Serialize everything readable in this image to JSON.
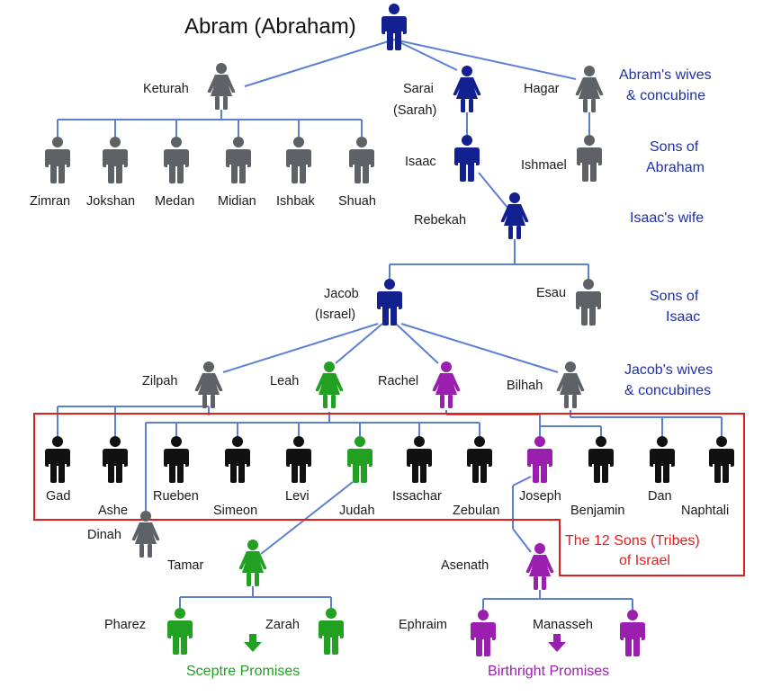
{
  "title": "Abram (Abraham)",
  "colors": {
    "line": "#5b7fd2",
    "patriarch": "#13208f",
    "gray": "#5e6166",
    "black": "#111111",
    "green": "#22a022",
    "purple": "#9a1fae",
    "label": "#1f2fa8",
    "highlight": "#e31d1d"
  },
  "people": {
    "abram": {
      "icon": "male-person-icon"
    },
    "keturah": {
      "name": "Keturah",
      "icon": "female-person-icon"
    },
    "sarai": {
      "name": "Sarai",
      "alt": "(Sarah)",
      "icon": "female-person-icon"
    },
    "hagar": {
      "name": "Hagar",
      "icon": "female-person-icon"
    },
    "zimran": {
      "name": "Zimran"
    },
    "jokshan": {
      "name": "Jokshan"
    },
    "medan": {
      "name": "Medan"
    },
    "midian": {
      "name": "Midian"
    },
    "ishbak": {
      "name": "Ishbak"
    },
    "shuah": {
      "name": "Shuah"
    },
    "isaac": {
      "name": "Isaac"
    },
    "ishmael": {
      "name": "Ishmael"
    },
    "rebekah": {
      "name": "Rebekah"
    },
    "jacob": {
      "name": "Jacob",
      "alt": "(Israel)"
    },
    "esau": {
      "name": "Esau"
    },
    "zilpah": {
      "name": "Zilpah"
    },
    "leah": {
      "name": "Leah"
    },
    "rachel": {
      "name": "Rachel"
    },
    "bilhah": {
      "name": "Bilhah"
    },
    "gad": {
      "name": "Gad"
    },
    "ashe": {
      "name": "Ashe"
    },
    "rueben": {
      "name": "Rueben"
    },
    "simeon": {
      "name": "Simeon"
    },
    "levi": {
      "name": "Levi"
    },
    "judah": {
      "name": "Judah"
    },
    "issachar": {
      "name": "Issachar"
    },
    "zebulan": {
      "name": "Zebulan"
    },
    "joseph": {
      "name": "Joseph"
    },
    "benjamin": {
      "name": "Benjamin"
    },
    "dan": {
      "name": "Dan"
    },
    "naphtali": {
      "name": "Naphtali"
    },
    "dinah": {
      "name": "Dinah"
    },
    "tamar": {
      "name": "Tamar"
    },
    "asenath": {
      "name": "Asenath"
    },
    "pharez": {
      "name": "Pharez"
    },
    "zarah": {
      "name": "Zarah"
    },
    "ephraim": {
      "name": "Ephraim"
    },
    "manasseh": {
      "name": "Manasseh"
    }
  },
  "labels": {
    "wives1": [
      "Abram's wives",
      "& concubine"
    ],
    "sons_abraham": [
      "Sons of",
      "Abraham"
    ],
    "isaac_wife": "Isaac's wife",
    "sons_isaac": [
      "Sons of",
      "Isaac"
    ],
    "wives2": [
      "Jacob's wives",
      "& concubines"
    ],
    "tribes": [
      "The 12 Sons (Tribes)",
      "of Israel"
    ]
  },
  "promises": {
    "sceptre": "Sceptre Promises",
    "birthright": "Birthright Promises"
  }
}
